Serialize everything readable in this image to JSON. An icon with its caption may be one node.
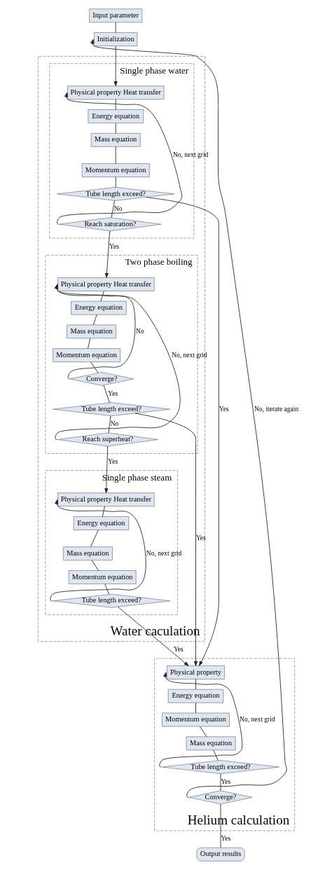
{
  "diagram": {
    "nodes": [
      {
        "text": [
          "Input parameter"
        ]
      },
      {
        "text": [
          "Initialization"
        ]
      },
      {
        "text": [
          "Water caculation"
        ]
      },
      {
        "text": [
          "Single phase water"
        ],
        "in": 2
      },
      {
        "text": [
          "Physical property Heat transfer"
        ],
        "in": 3
      },
      {
        "text": [
          "Energy equation"
        ],
        "in": 3
      },
      {
        "text": [
          "Mass equation"
        ],
        "in": 3
      },
      {
        "text": [
          "Momentum equation"
        ],
        "in": 3
      },
      {
        "text": [
          "Tube length exceed?"
        ],
        "in": 3
      },
      {
        "text": [
          "Reach saturation?"
        ],
        "in": 3
      },
      {
        "text": [
          "Two phase boiling"
        ],
        "in": 2
      },
      {
        "text": [
          "Physical property Heat transfer"
        ],
        "in": 10
      },
      {
        "text": [
          "Energy equation"
        ],
        "in": 10
      },
      {
        "text": [
          "Mass equation"
        ],
        "in": 10
      },
      {
        "text": [
          "Momentum equation"
        ],
        "in": 10
      },
      {
        "text": [
          "Converge?"
        ],
        "in": 10
      },
      {
        "text": [
          "Tube length exceed?"
        ],
        "in": 10
      },
      {
        "text": [
          "Reach superheat?"
        ],
        "in": 10
      },
      {
        "text": [
          "Single phase steam"
        ],
        "in": 2
      },
      {
        "text": [
          "Physical property Heat transfer"
        ],
        "in": 18
      },
      {
        "text": [
          "Energy equation"
        ],
        "in": 18
      },
      {
        "text": [
          "Mass equation"
        ],
        "in": 18
      },
      {
        "text": [
          "Momentum equation"
        ],
        "in": 18
      },
      {
        "text": [
          "Tube length exceed?"
        ],
        "in": 18
      },
      {
        "text": [
          "Helium calculation"
        ]
      },
      {
        "text": [
          "Physical property"
        ],
        "in": 24
      },
      {
        "text": [
          "Energy equation"
        ],
        "in": 24
      },
      {
        "text": [
          "Momentum equation"
        ],
        "in": 24
      },
      {
        "text": [
          "Mass equation"
        ],
        "in": 24
      },
      {
        "text": [
          "Tube length exceed?"
        ],
        "in": 24
      },
      {
        "text": [
          "Converge?"
        ],
        "in": 24
      },
      {
        "text": [
          "Output results"
        ]
      }
    ],
    "edges": [
      {
        "from": 0,
        "to": 1,
        "arrow": "none"
      },
      {
        "from": 1,
        "to": 4,
        "arrow": "to"
      },
      {
        "from": 4,
        "to": 5,
        "arrow": "none"
      },
      {
        "from": 5,
        "to": 6,
        "arrow": "none"
      },
      {
        "from": 6,
        "to": 7,
        "arrow": "none"
      },
      {
        "from": 7,
        "to": 8,
        "arrow": "none"
      },
      {
        "from": 8,
        "to": 9,
        "label": "No",
        "arrow": "none"
      },
      {
        "from": 9,
        "to": 4,
        "label": "No, next grid",
        "arrow": "to"
      },
      {
        "from": 9,
        "to": 11,
        "label": "Yes",
        "arrow": "to"
      },
      {
        "from": 8,
        "to": 25,
        "label": "Yes",
        "arrow": "to"
      },
      {
        "from": 11,
        "to": 12,
        "arrow": "none"
      },
      {
        "from": 12,
        "to": 13,
        "arrow": "none"
      },
      {
        "from": 13,
        "to": 14,
        "arrow": "none"
      },
      {
        "from": 14,
        "to": 15,
        "arrow": "none"
      },
      {
        "from": 15,
        "to": 11,
        "label": "No",
        "arrow": "to"
      },
      {
        "from": 15,
        "to": 16,
        "label": "Yes",
        "arrow": "none"
      },
      {
        "from": 16,
        "to": 25,
        "label": "Yes",
        "arrow": "to"
      },
      {
        "from": 16,
        "to": 17,
        "label": "No",
        "arrow": "none"
      },
      {
        "from": 17,
        "to": 11,
        "label": "No, next grid",
        "arrow": "to"
      },
      {
        "from": 17,
        "to": 19,
        "label": "Yes",
        "arrow": "to"
      },
      {
        "from": 19,
        "to": 20,
        "arrow": "none"
      },
      {
        "from": 20,
        "to": 21,
        "arrow": "none"
      },
      {
        "from": 21,
        "to": 22,
        "arrow": "none"
      },
      {
        "from": 22,
        "to": 23,
        "arrow": "none"
      },
      {
        "from": 23,
        "to": 19,
        "label": "No, next grid",
        "arrow": "to"
      },
      {
        "from": 23,
        "to": 25,
        "label": "Yes",
        "arrow": "to"
      },
      {
        "from": 25,
        "to": 26,
        "arrow": "none"
      },
      {
        "from": 26,
        "to": 27,
        "arrow": "none"
      },
      {
        "from": 27,
        "to": 28,
        "arrow": "none"
      },
      {
        "from": 28,
        "to": 29,
        "arrow": "none"
      },
      {
        "from": 29,
        "to": 25,
        "label": "No, next grid",
        "arrow": "to"
      },
      {
        "from": 29,
        "to": 30,
        "label": "Yes",
        "arrow": "none"
      },
      {
        "from": 30,
        "to": 1,
        "label": "No, iterate again",
        "arrow": "to"
      },
      {
        "from": 30,
        "to": 31,
        "label": "Yes",
        "arrow": "none"
      }
    ]
  }
}
